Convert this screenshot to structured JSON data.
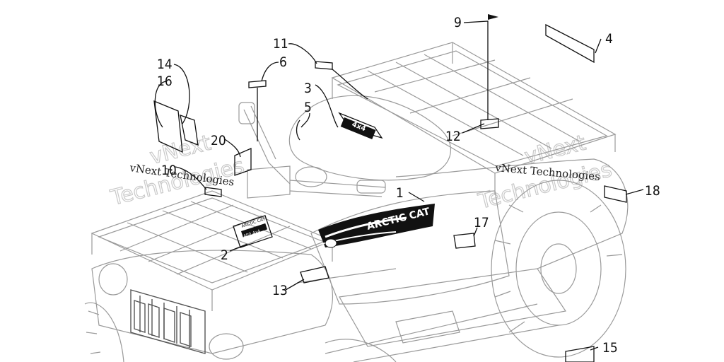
{
  "callouts": [
    {
      "id": "c1",
      "text": "1"
    },
    {
      "id": "c2",
      "text": "2"
    },
    {
      "id": "c3",
      "text": "3"
    },
    {
      "id": "c4",
      "text": "4"
    },
    {
      "id": "c5",
      "text": "5"
    },
    {
      "id": "c6",
      "text": "6"
    },
    {
      "id": "c9",
      "text": "9"
    },
    {
      "id": "c10",
      "text": "10"
    },
    {
      "id": "c11",
      "text": "11"
    },
    {
      "id": "c12",
      "text": "12"
    },
    {
      "id": "c13",
      "text": "13"
    },
    {
      "id": "c14",
      "text": "14"
    },
    {
      "id": "c15",
      "text": "15"
    },
    {
      "id": "c16",
      "text": "16"
    },
    {
      "id": "c17",
      "text": "17"
    },
    {
      "id": "c18",
      "text": "18"
    },
    {
      "id": "c20",
      "text": "20"
    }
  ],
  "watermark": {
    "company": "vNext Technologies",
    "word": "Technologies",
    "brand": "vNext"
  },
  "decals": {
    "side_logo": "ARCTIC CAT",
    "seat_badge": "4x4",
    "console_plate_top": "ARCTIC CAT",
    "console_plate_bottom": "400 4x4"
  }
}
